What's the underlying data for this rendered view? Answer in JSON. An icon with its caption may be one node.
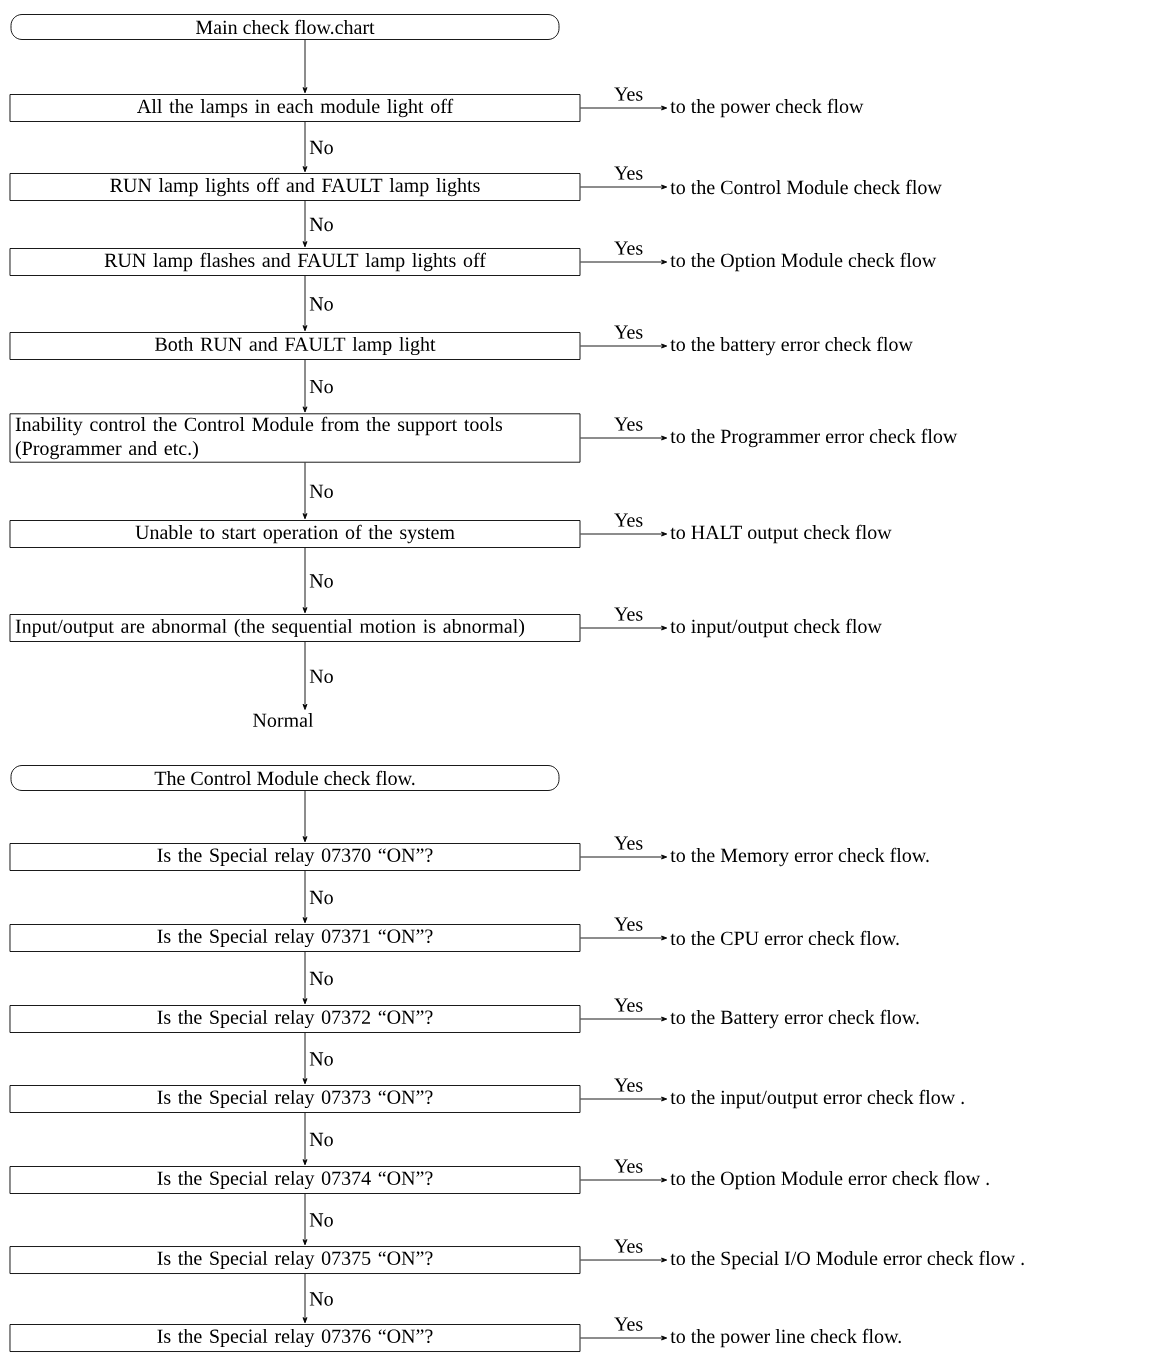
{
  "diagram": {
    "nodes": [
      {
        "text": [
          "Main check flow.chart"
        ]
      },
      {
        "text": [
          "All the lamps in each module light off"
        ]
      },
      {
        "text": [
          "RUN lamp lights off and FAULT lamp lights"
        ]
      },
      {
        "text": [
          "RUN lamp flashes and FAULT lamp lights off"
        ]
      },
      {
        "text": [
          "Both RUN and FAULT lamp light"
        ]
      },
      {
        "text": [
          "Inability control the Control Module from the support tools (Programmer and etc.)"
        ]
      },
      {
        "text": [
          "Unable to start operation of the system"
        ]
      },
      {
        "text": [
          "Input/output are abnormal (the sequential motion is abnormal)"
        ]
      },
      {
        "text": [
          "Normal"
        ]
      },
      {
        "text": [
          "to the power check flow"
        ]
      },
      {
        "text": [
          "to the Control Module check flow"
        ]
      },
      {
        "text": [
          "to the Option Module check flow"
        ]
      },
      {
        "text": [
          "to the battery error check flow"
        ]
      },
      {
        "text": [
          "to the Programmer error check flow"
        ]
      },
      {
        "text": [
          "to HALT output check flow"
        ]
      },
      {
        "text": [
          "to input/output check flow"
        ]
      },
      {
        "text": [
          "The Control Module check flow."
        ]
      },
      {
        "text": [
          "Is the Special relay 07370 “ON”?"
        ]
      },
      {
        "text": [
          "Is the Special relay 07371 “ON”?"
        ]
      },
      {
        "text": [
          "Is the Special relay 07372 “ON”?"
        ]
      },
      {
        "text": [
          "Is the Special relay 07373 “ON”?"
        ]
      },
      {
        "text": [
          "Is the Special relay 07374 “ON”?"
        ]
      },
      {
        "text": [
          "Is the Special relay 07375 “ON”?"
        ]
      },
      {
        "text": [
          "Is the Special relay 07376 “ON”?"
        ]
      },
      {
        "text": [
          "to the Memory error check flow."
        ]
      },
      {
        "text": [
          "to the CPU error check flow."
        ]
      },
      {
        "text": [
          "to the Battery error check flow."
        ]
      },
      {
        "text": [
          "to the input/output error check flow ."
        ]
      },
      {
        "text": [
          "to the Option Module error check flow ."
        ]
      },
      {
        "text": [
          "to the Special I/O Module error check flow ."
        ]
      },
      {
        "text": [
          "to the power line check flow."
        ]
      }
    ],
    "edges": [
      {
        "from": 0,
        "to": 1,
        "arrow": "to"
      },
      {
        "from": 1,
        "to": 2,
        "arrow": "to",
        "label": "No"
      },
      {
        "from": 2,
        "to": 3,
        "arrow": "to",
        "label": "No"
      },
      {
        "from": 3,
        "to": 4,
        "arrow": "to",
        "label": "No"
      },
      {
        "from": 4,
        "to": 5,
        "arrow": "to",
        "label": "No"
      },
      {
        "from": 5,
        "to": 6,
        "arrow": "to",
        "label": "No"
      },
      {
        "from": 6,
        "to": 7,
        "arrow": "to",
        "label": "No"
      },
      {
        "from": 7,
        "to": 8,
        "arrow": "to",
        "label": "No"
      },
      {
        "from": 1,
        "to": 9,
        "arrow": "to",
        "label": "Yes"
      },
      {
        "from": 2,
        "to": 10,
        "arrow": "to",
        "label": "Yes"
      },
      {
        "from": 3,
        "to": 11,
        "arrow": "to",
        "label": "Yes"
      },
      {
        "from": 4,
        "to": 12,
        "arrow": "to",
        "label": "Yes"
      },
      {
        "from": 5,
        "to": 13,
        "arrow": "to",
        "label": "Yes"
      },
      {
        "from": 6,
        "to": 14,
        "arrow": "to",
        "label": "Yes"
      },
      {
        "from": 7,
        "to": 15,
        "arrow": "to",
        "label": "Yes"
      },
      {
        "from": 16,
        "to": 17,
        "arrow": "to"
      },
      {
        "from": 17,
        "to": 18,
        "arrow": "to",
        "label": "No"
      },
      {
        "from": 18,
        "to": 19,
        "arrow": "to",
        "label": "No"
      },
      {
        "from": 19,
        "to": 20,
        "arrow": "to",
        "label": "No"
      },
      {
        "from": 20,
        "to": 21,
        "arrow": "to",
        "label": "No"
      },
      {
        "from": 21,
        "to": 22,
        "arrow": "to",
        "label": "No"
      },
      {
        "from": 22,
        "to": 23,
        "arrow": "to",
        "label": "No"
      },
      {
        "from": 17,
        "to": 24,
        "arrow": "to",
        "label": "Yes"
      },
      {
        "from": 18,
        "to": 25,
        "arrow": "to",
        "label": "Yes"
      },
      {
        "from": 19,
        "to": 26,
        "arrow": "to",
        "label": "Yes"
      },
      {
        "from": 20,
        "to": 27,
        "arrow": "to",
        "label": "Yes"
      },
      {
        "from": 21,
        "to": 28,
        "arrow": "to",
        "label": "Yes"
      },
      {
        "from": 22,
        "to": 29,
        "arrow": "to",
        "label": "Yes"
      },
      {
        "from": 23,
        "to": 30,
        "arrow": "to",
        "label": "Yes"
      }
    ]
  }
}
